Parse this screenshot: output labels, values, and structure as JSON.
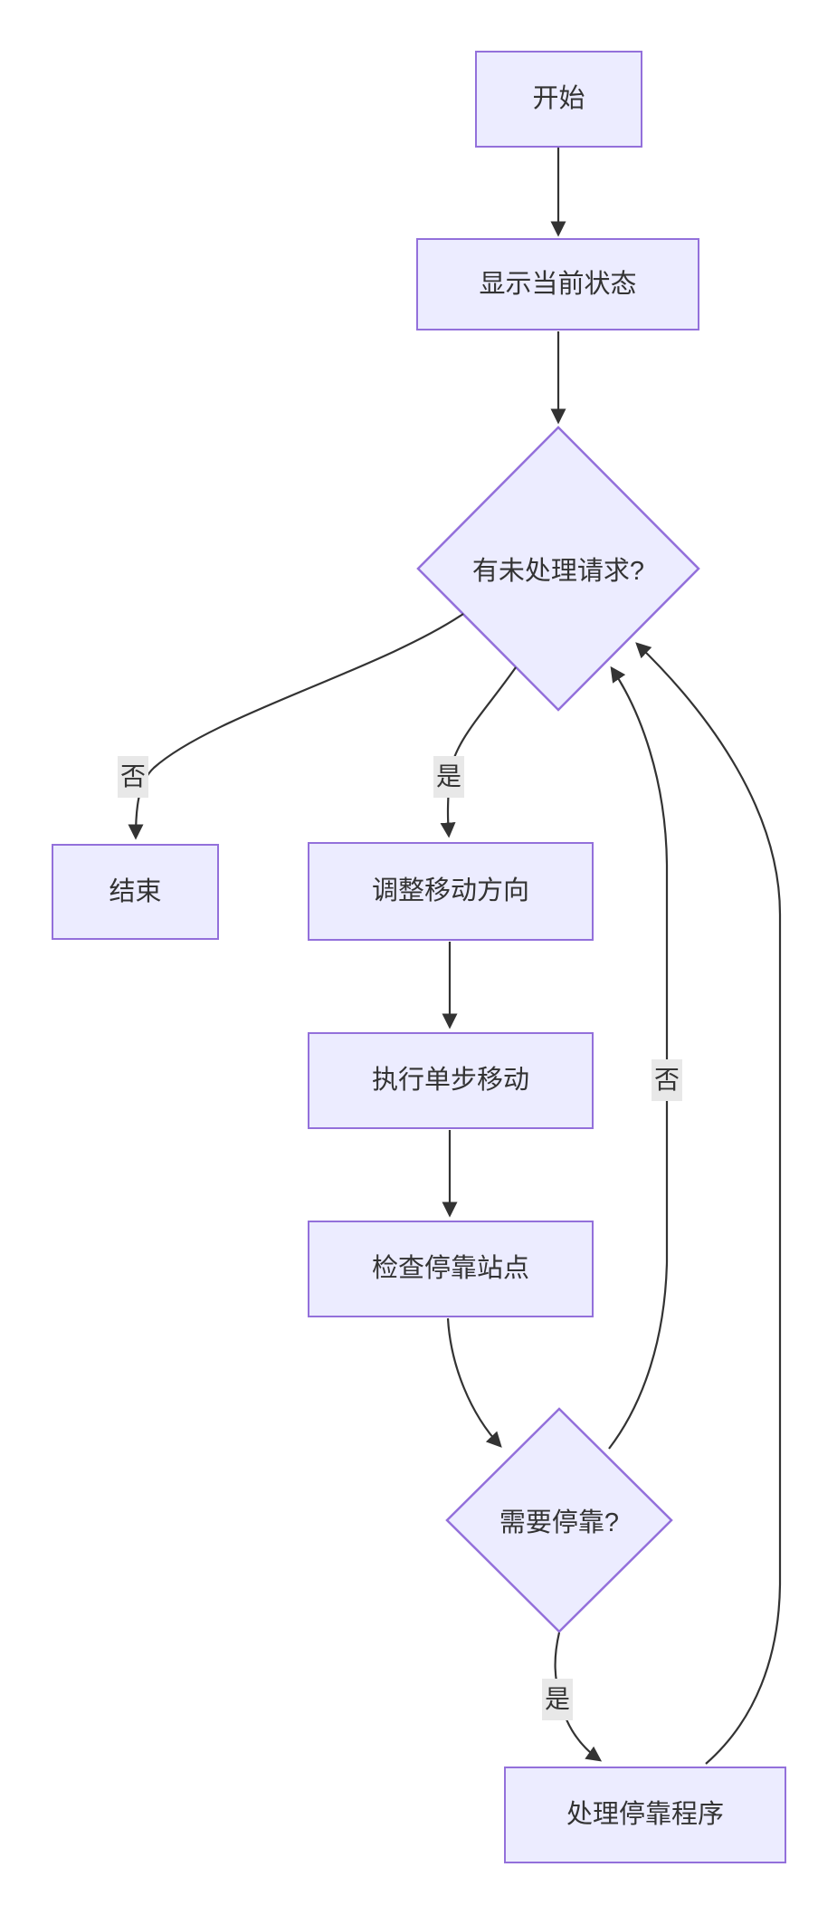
{
  "diagram": {
    "type": "flowchart",
    "direction": "top-down",
    "colors": {
      "node_fill": "#ECECFF",
      "node_border": "#9370DB",
      "edge_line": "#333333",
      "text": "#333333",
      "edge_label_bg": "#e8e8e8",
      "background": "#ffffff"
    },
    "nodes": [
      {
        "id": "start",
        "shape": "rect",
        "label": "开始"
      },
      {
        "id": "display-status",
        "shape": "rect",
        "label": "显示当前状态"
      },
      {
        "id": "pending-requests",
        "shape": "diamond",
        "label": "有未处理请求?"
      },
      {
        "id": "end",
        "shape": "rect",
        "label": "结束"
      },
      {
        "id": "adjust-direction",
        "shape": "rect",
        "label": "调整移动方向"
      },
      {
        "id": "single-step-move",
        "shape": "rect",
        "label": "执行单步移动"
      },
      {
        "id": "check-dock-station",
        "shape": "rect",
        "label": "检查停靠站点"
      },
      {
        "id": "need-dock",
        "shape": "diamond",
        "label": "需要停靠?"
      },
      {
        "id": "handle-dock-procedure",
        "shape": "rect",
        "label": "处理停靠程序"
      }
    ],
    "edges": [
      {
        "from": "start",
        "to": "display-status",
        "label": ""
      },
      {
        "from": "display-status",
        "to": "pending-requests",
        "label": ""
      },
      {
        "from": "pending-requests",
        "to": "end",
        "label": "否"
      },
      {
        "from": "pending-requests",
        "to": "adjust-direction",
        "label": "是"
      },
      {
        "from": "adjust-direction",
        "to": "single-step-move",
        "label": ""
      },
      {
        "from": "single-step-move",
        "to": "check-dock-station",
        "label": ""
      },
      {
        "from": "check-dock-station",
        "to": "need-dock",
        "label": ""
      },
      {
        "from": "need-dock",
        "to": "handle-dock-procedure",
        "label": "是"
      },
      {
        "from": "need-dock",
        "to": "pending-requests",
        "label": "否"
      },
      {
        "from": "handle-dock-procedure",
        "to": "pending-requests",
        "label": ""
      }
    ]
  }
}
